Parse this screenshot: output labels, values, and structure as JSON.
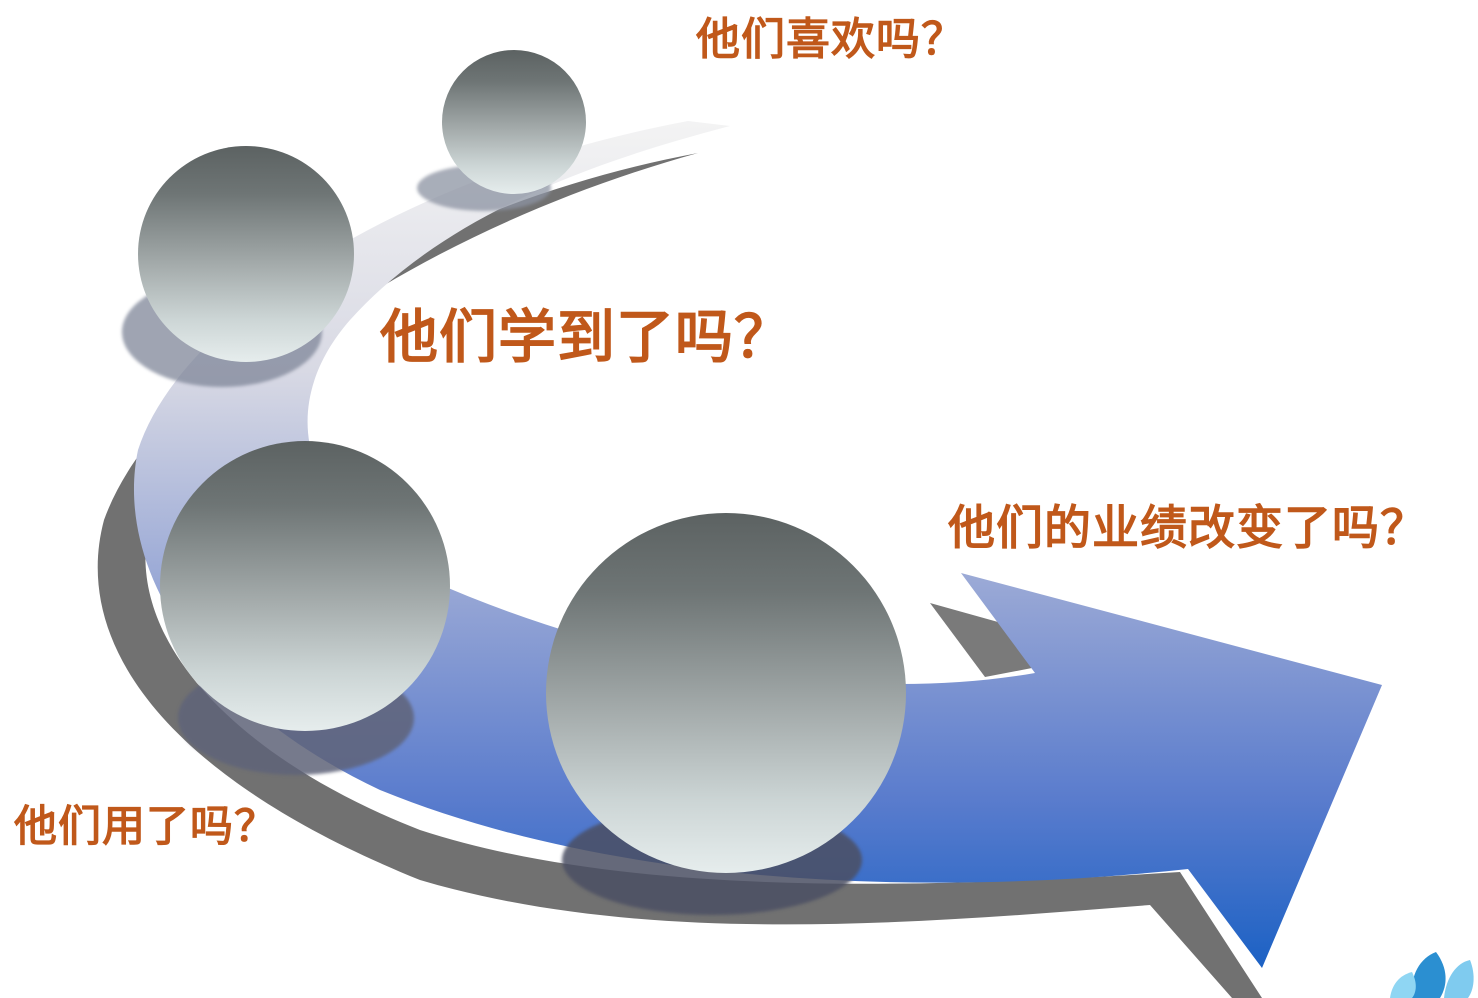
{
  "labels": {
    "level1": "他们喜欢吗？",
    "level2": "他们学到了吗？",
    "level3": "他们的业绩改变了吗？",
    "level4": "他们用了吗？"
  },
  "colors": {
    "label_text": "#c0581a",
    "arrow_top": "#f2f2f2",
    "arrow_mid": "#8fa0d4",
    "arrow_bottom": "#1e63c6",
    "arrow_shadow": "#6e6e6e",
    "sphere_top": "#5d6363",
    "sphere_bottom": "#e3ebeb",
    "logo_dark": "#2b8fd1",
    "logo_light": "#7fcbef"
  }
}
